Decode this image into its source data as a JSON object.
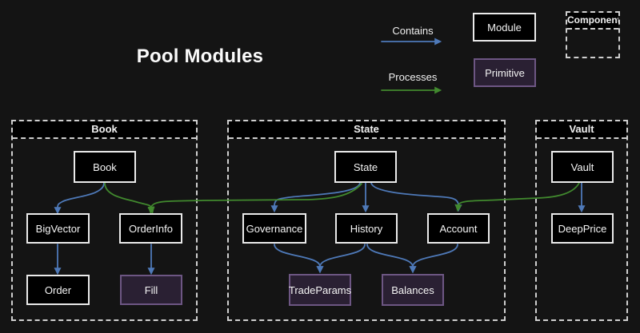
{
  "header": {
    "title": "Pool Modules"
  },
  "legend": {
    "contains": "Contains",
    "processes": "Processes",
    "module": "Module",
    "primitive": "Primitive",
    "component": "Component"
  },
  "colors": {
    "background": "#141414",
    "text": "#f2f2f2",
    "node_bg": "#000000",
    "node_border": "#eaeaea",
    "primitive_bg": "#2a2033",
    "primitive_border": "#6d5683",
    "container_border": "#cfcfcf",
    "container_titlebar_bg": "#000000",
    "contains": "#4e79b8",
    "processes": "#41892e"
  },
  "diagram": {
    "containers": [
      {
        "id": "book",
        "title": "Book",
        "nodes": [
          {
            "id": "book",
            "label": "Book",
            "type": "module"
          },
          {
            "id": "bigvector",
            "label": "BigVector",
            "type": "module"
          },
          {
            "id": "orderinfo",
            "label": "OrderInfo",
            "type": "module"
          },
          {
            "id": "order",
            "label": "Order",
            "type": "module"
          },
          {
            "id": "fill",
            "label": "Fill",
            "type": "primitive"
          }
        ]
      },
      {
        "id": "state",
        "title": "State",
        "nodes": [
          {
            "id": "state",
            "label": "State",
            "type": "module"
          },
          {
            "id": "governance",
            "label": "Governance",
            "type": "module"
          },
          {
            "id": "history",
            "label": "History",
            "type": "module"
          },
          {
            "id": "account",
            "label": "Account",
            "type": "module"
          },
          {
            "id": "tradeparams",
            "label": "TradeParams",
            "type": "primitive"
          },
          {
            "id": "balances",
            "label": "Balances",
            "type": "primitive"
          }
        ]
      },
      {
        "id": "vault",
        "title": "Vault",
        "nodes": [
          {
            "id": "vault",
            "label": "Vault",
            "type": "module"
          },
          {
            "id": "deepprice",
            "label": "DeepPrice",
            "type": "module"
          }
        ]
      }
    ],
    "edges": [
      {
        "from": "book",
        "to": "bigvector",
        "kind": "contains"
      },
      {
        "from": "bigvector",
        "to": "order",
        "kind": "contains"
      },
      {
        "from": "orderinfo",
        "to": "fill",
        "kind": "contains"
      },
      {
        "from": "state",
        "to": "governance",
        "kind": "contains"
      },
      {
        "from": "state",
        "to": "history",
        "kind": "contains"
      },
      {
        "from": "state",
        "to": "account",
        "kind": "contains"
      },
      {
        "from": "governance",
        "to": "tradeparams",
        "kind": "contains"
      },
      {
        "from": "history",
        "to": "tradeparams",
        "kind": "contains"
      },
      {
        "from": "history",
        "to": "balances",
        "kind": "contains"
      },
      {
        "from": "account",
        "to": "balances",
        "kind": "contains"
      },
      {
        "from": "vault",
        "to": "deepprice",
        "kind": "contains"
      },
      {
        "from": "book",
        "to": "orderinfo",
        "kind": "processes"
      },
      {
        "from": "state",
        "to": "orderinfo",
        "kind": "processes"
      },
      {
        "from": "vault",
        "to": "account",
        "kind": "processes"
      }
    ]
  }
}
